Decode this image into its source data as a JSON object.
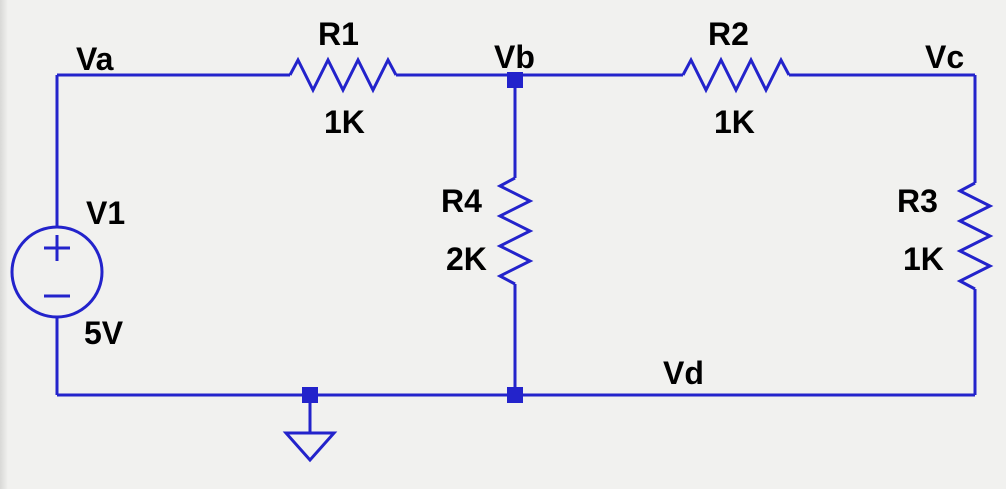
{
  "schematic": {
    "kind": "circuit-schematic",
    "colors": {
      "wire": "#2323cb",
      "background": "#f1f1ef",
      "label": "#000000"
    },
    "node_labels": {
      "va": "Va",
      "vb": "Vb",
      "vc": "Vc",
      "vd": "Vd"
    },
    "components": {
      "v1": {
        "designator": "V1",
        "value": "5V",
        "type": "dc-voltage-source"
      },
      "r1": {
        "designator": "R1",
        "value": "1K",
        "type": "resistor"
      },
      "r2": {
        "designator": "R2",
        "value": "1K",
        "type": "resistor"
      },
      "r3": {
        "designator": "R3",
        "value": "1K",
        "type": "resistor"
      },
      "r4": {
        "designator": "R4",
        "value": "2K",
        "type": "resistor"
      }
    },
    "symbols": {
      "ground": "ground-icon",
      "plus": "plus-terminal-icon",
      "minus": "minus-terminal-icon"
    }
  }
}
